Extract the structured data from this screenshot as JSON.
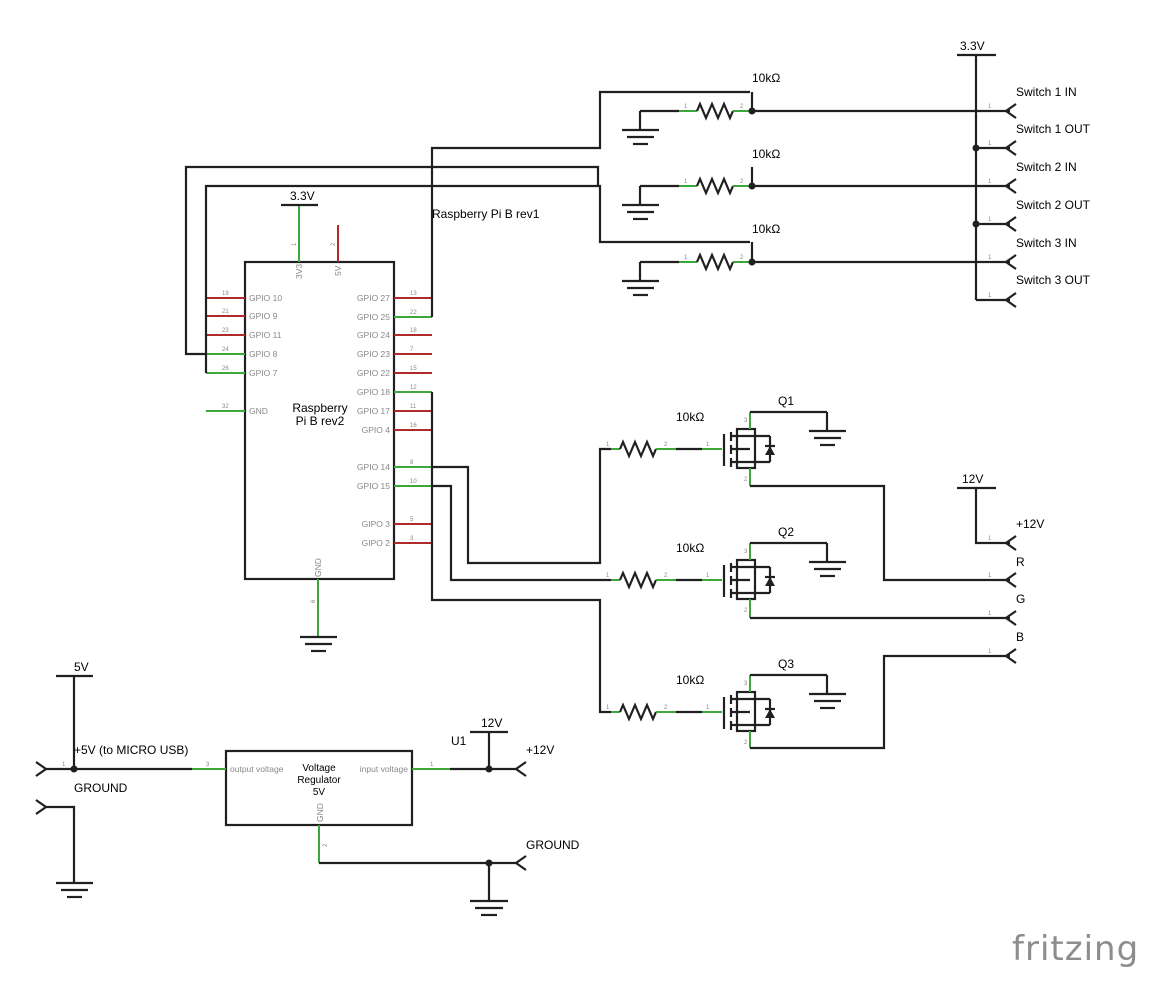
{
  "pi_labels": {
    "top": "Raspberry Pi B rev1",
    "center_line1": "Raspberry",
    "center_line2": "Pi B rev2"
  },
  "pi_pins_left": [
    {
      "name": "GPIO 10",
      "num": "19"
    },
    {
      "name": "GPIO 9",
      "num": "21"
    },
    {
      "name": "GPIO 11",
      "num": "23"
    },
    {
      "name": "GPIO 8",
      "num": "24"
    },
    {
      "name": "GPIO 7",
      "num": "26"
    },
    {
      "name": "GND",
      "num": "32"
    }
  ],
  "pi_pins_right": [
    {
      "name": "GPIO 27",
      "num": "13"
    },
    {
      "name": "GPIO 25",
      "num": "22"
    },
    {
      "name": "GPIO 24",
      "num": "18"
    },
    {
      "name": "GPIO 23",
      "num": "7"
    },
    {
      "name": "GPIO 22",
      "num": "15"
    },
    {
      "name": "GPIO 18",
      "num": "12"
    },
    {
      "name": "GPIO 17",
      "num": "11"
    },
    {
      "name": "GPIO 4",
      "num": "16"
    },
    {
      "name": "GPIO 14",
      "num": "8"
    },
    {
      "name": "GPIO 15",
      "num": "10"
    },
    {
      "name": "GIPO 3",
      "num": "5"
    },
    {
      "name": "GIPO 2",
      "num": "3"
    }
  ],
  "pi_pins_top": [
    {
      "name": "3V3",
      "num": "1"
    },
    {
      "name": "5V",
      "num": "2"
    }
  ],
  "pi_pin_bottom": {
    "name": "GND",
    "num": "6"
  },
  "power": {
    "v33": "3.3V",
    "v12": "12V",
    "v5": "5V"
  },
  "resistor_value": "10kΩ",
  "resistor_pins": [
    "1",
    "2"
  ],
  "switches": [
    "Switch 1 IN",
    "Switch 1 OUT",
    "Switch 2 IN",
    "Switch 2 OUT",
    "Switch 3 IN",
    "Switch 3 OUT"
  ],
  "connector_pin": "1",
  "mosfets": [
    "Q1",
    "Q2",
    "Q3"
  ],
  "mosfet_pins": [
    "1",
    "2",
    "3"
  ],
  "rgb": {
    "plus": "+12V",
    "r": "R",
    "g": "G",
    "b": "B"
  },
  "regulator": {
    "line1": "Voltage",
    "line2": "Regulator",
    "line3": "5V",
    "output": "output voltage",
    "input": "input voltage",
    "gnd": "GND",
    "pin_out": "3",
    "pin_in": "1",
    "pin_gnd": "2",
    "ref": "U1"
  },
  "supply": {
    "plus5": "+5V (to MICRO USB)",
    "ground": "GROUND",
    "plus12": "+12V",
    "ground2": "GROUND"
  },
  "brand": "fritzing"
}
